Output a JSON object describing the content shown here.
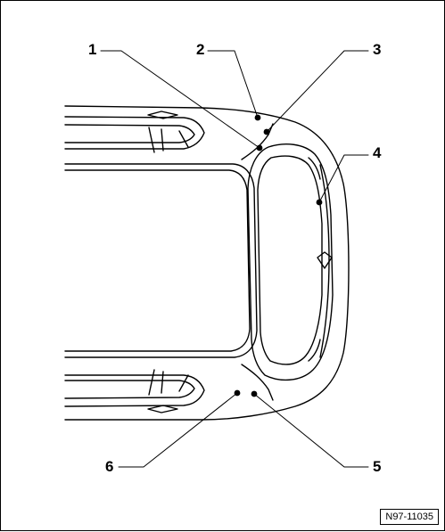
{
  "callouts": [
    {
      "label": "1"
    },
    {
      "label": "2"
    },
    {
      "label": "3"
    },
    {
      "label": "4"
    },
    {
      "label": "5"
    },
    {
      "label": "6"
    }
  ],
  "figure_id": "N97-11035"
}
